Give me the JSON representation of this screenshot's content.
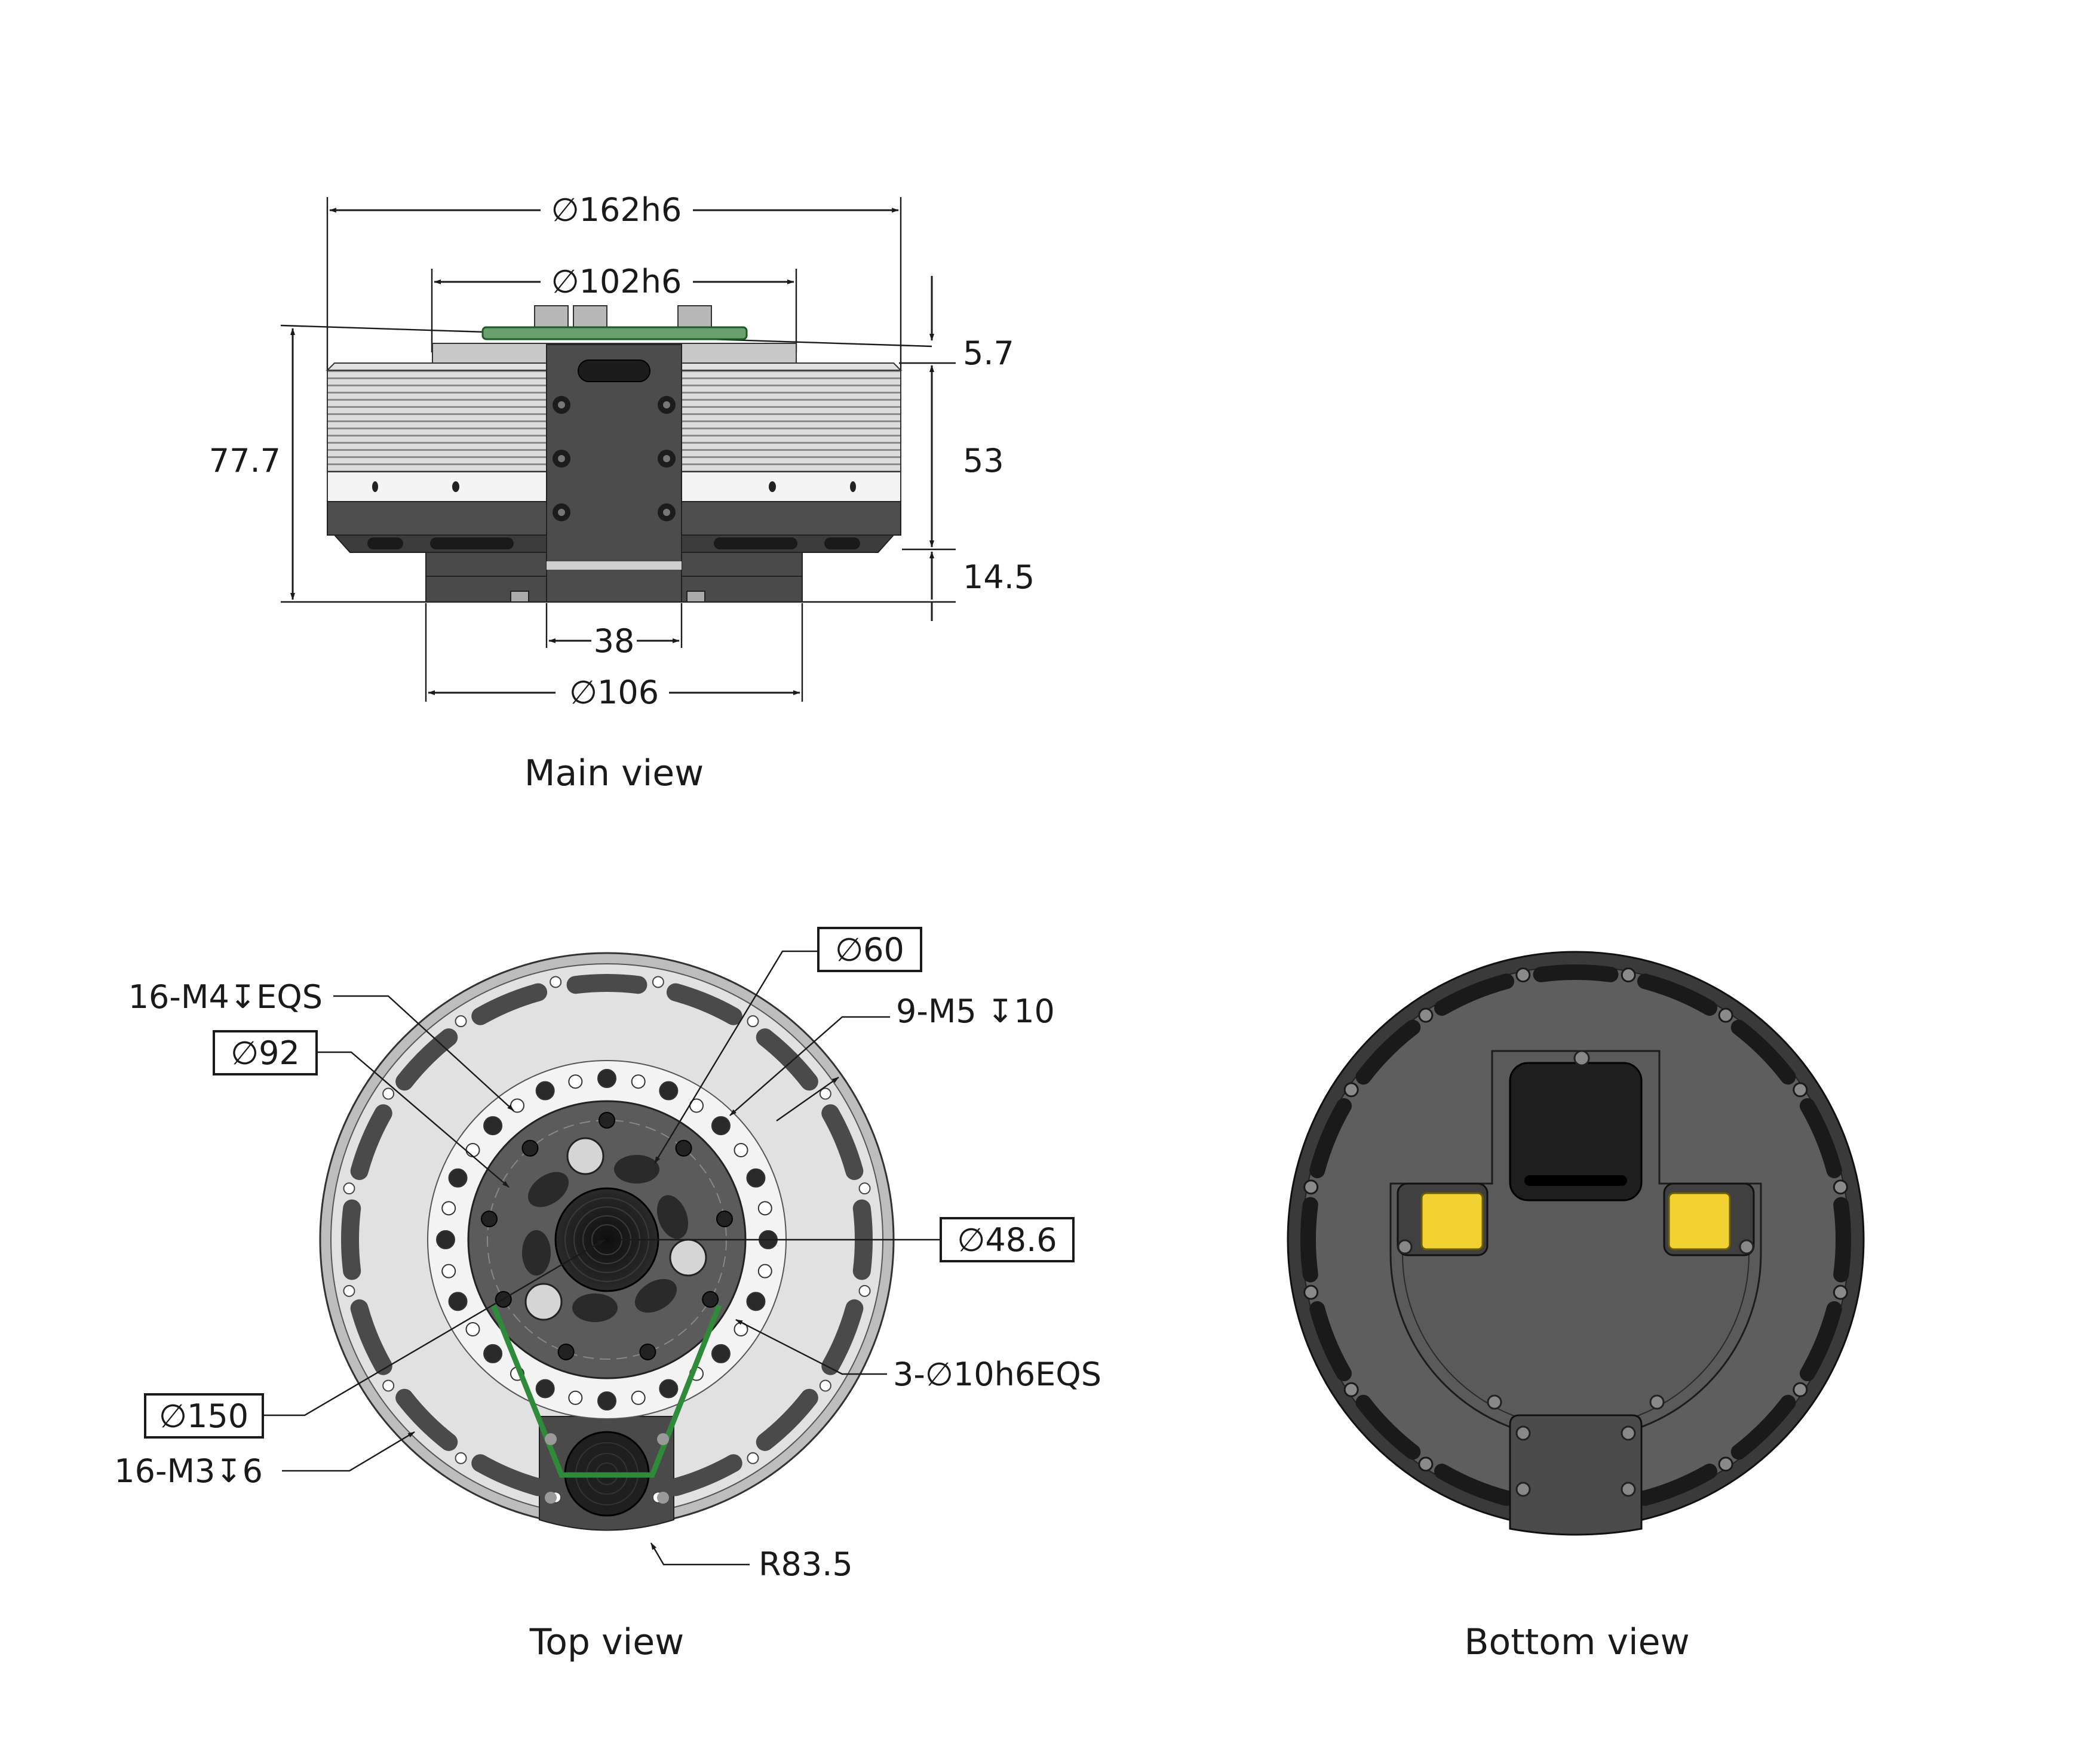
{
  "main_view": {
    "caption": "Main view",
    "dims": {
      "d162": "∅162h6",
      "d102": "∅102h6",
      "h57": "5.7",
      "h777": "77.7",
      "h53": "53",
      "h145": "14.5",
      "w38": "38",
      "d106": "∅106"
    }
  },
  "top_view": {
    "caption": "Top view",
    "labels": {
      "m4": "16-M4↧EQS",
      "d92": "∅92",
      "d60": "∅60",
      "m5": "9-M5 ↧10",
      "d486": "∅48.6",
      "h10": "3-∅10h6EQS",
      "d150": "∅150",
      "m3": "16-M3↧6",
      "r835": "R83.5"
    }
  },
  "bottom_view": {
    "caption": "Bottom view"
  },
  "colors": {
    "housing_dark": "#4a4a4a",
    "housing_mid": "#5e5e5e",
    "flange_light": "#d8d8d8",
    "fin_grey": "#9a9a9a",
    "pcb_green": "#2f8a3a",
    "connector_yellow": "#f2d233"
  }
}
